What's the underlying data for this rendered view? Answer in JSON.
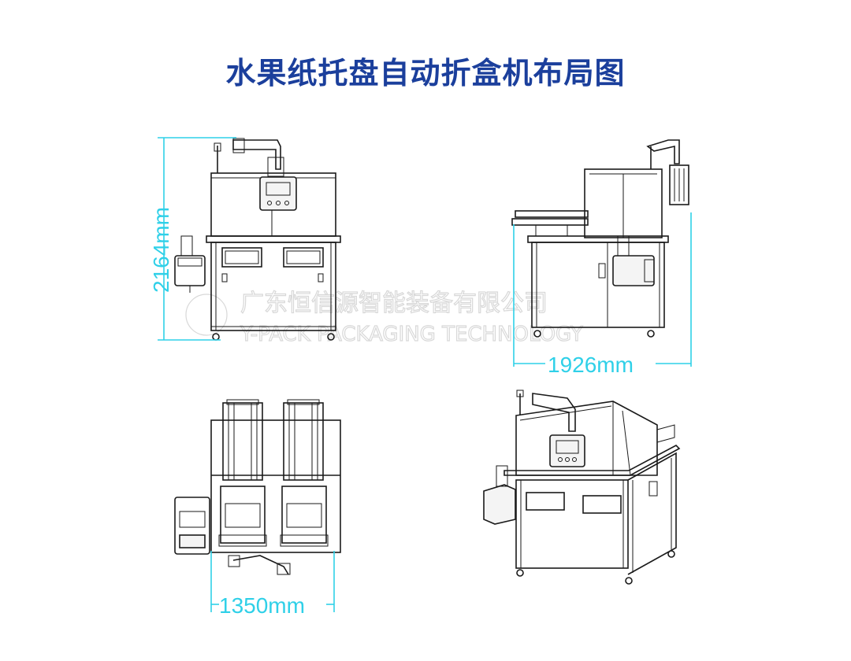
{
  "title": "水果纸托盘自动折盒机布局图",
  "dimensions": {
    "height": "2164mm",
    "depth": "1926mm",
    "width": "1350mm"
  },
  "watermark": {
    "company_cn": "广东恒信源智能装备有限公司",
    "company_en": "Y-PACK PACKAGING TECHNOLOGY"
  },
  "colors": {
    "title": "#1b3f9c",
    "dimension_lines": "#2fd0e8",
    "drawing_lines": "#1a1a1a"
  }
}
